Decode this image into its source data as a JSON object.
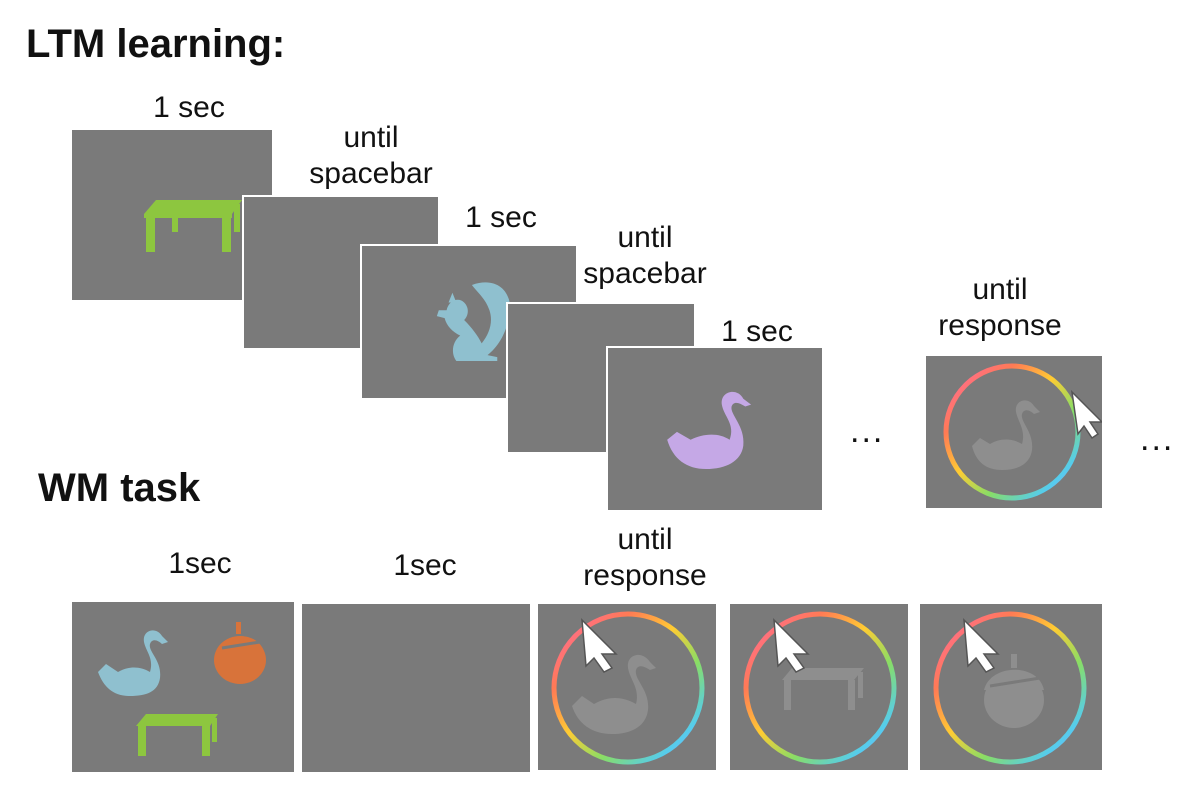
{
  "ltm": {
    "title": "LTM learning:",
    "labels": {
      "s1": "1 sec",
      "s2_line1": "until",
      "s2_line2": "spacebar",
      "s3": "1 sec",
      "s4_line1": "until",
      "s4_line2": "spacebar",
      "s5": "1 sec",
      "s6_line1": "until",
      "s6_line2": "response"
    },
    "ellipsis_1": "...",
    "ellipsis_2": "..."
  },
  "wm": {
    "title": "WM task",
    "labels": {
      "s1": "1sec",
      "s2": "1sec",
      "s3_line1": "until",
      "s3_line2": "response"
    }
  },
  "colors": {
    "screen_bg": "#7a7a7a",
    "table_green": "#8dc63f",
    "squirrel_blue": "#8fc0cf",
    "swan_purple": "#c5a8e6",
    "acorn_orange": "#d8733a",
    "probe_gray": "#8e8e8e"
  },
  "icons": {
    "objects": [
      "table-icon",
      "squirrel-icon",
      "swan-icon",
      "acorn-icon"
    ],
    "response": [
      "color-wheel-icon",
      "mouse-cursor-icon"
    ]
  }
}
